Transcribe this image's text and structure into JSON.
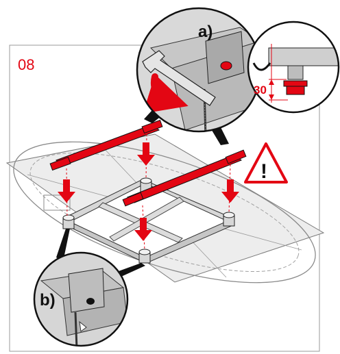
{
  "step_number": "08",
  "callout_a": "a)",
  "callout_b": "b)",
  "dimension_value": "30",
  "warning_symbol": "!",
  "colors": {
    "accent_red": "#e30613",
    "frame_grey": "#c9c9c9",
    "outline": "#111111",
    "template_sheet": "#ededed"
  },
  "icons": [
    "wrench-icon",
    "rotation-arrow-icon",
    "warning-triangle-icon",
    "down-arrow-icon"
  ]
}
